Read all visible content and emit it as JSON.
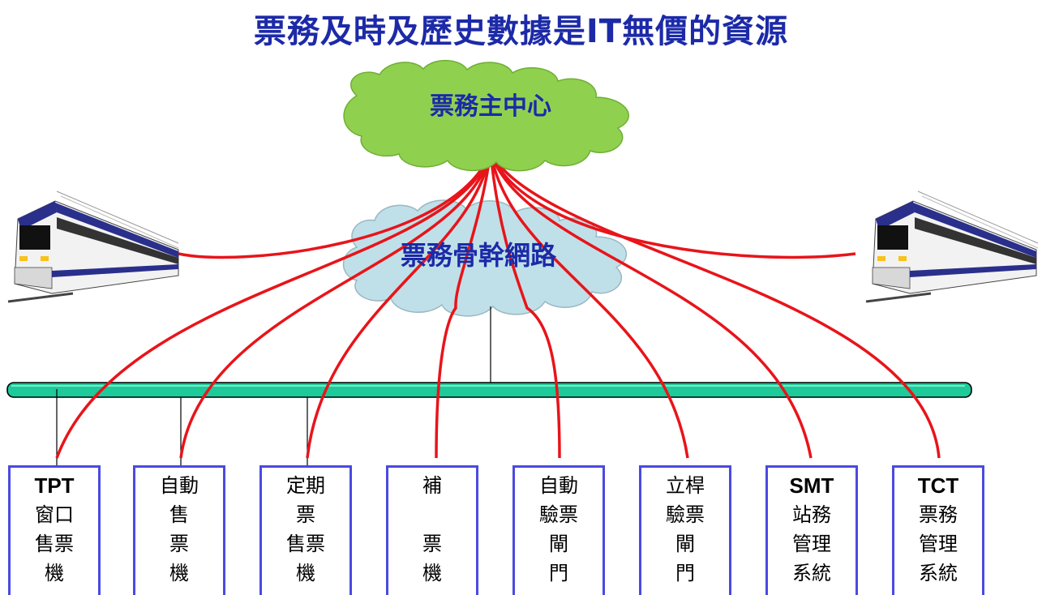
{
  "title": "票務及時及歷史數據是IT無價的資源",
  "center_cloud": {
    "label": "票務主中心",
    "color": "#8fd14f"
  },
  "backbone_cloud": {
    "label": "票務骨幹網路",
    "color": "#bfe0e8"
  },
  "colors": {
    "title": "#1c2aa8",
    "link": "#e8141a",
    "bus": "#1ec99a",
    "box_border": "#4a4ae0"
  },
  "trains": [
    {
      "name": "train-left",
      "icon": "train-icon"
    },
    {
      "name": "train-right",
      "icon": "train-icon"
    }
  ],
  "devices": [
    {
      "code": "TPT",
      "lines": [
        "窗口",
        "售票",
        "機"
      ]
    },
    {
      "code": "",
      "lines": [
        "自動",
        "售",
        "票",
        "機"
      ]
    },
    {
      "code": "",
      "lines": [
        "定期",
        "票",
        "售票",
        "機"
      ]
    },
    {
      "code": "",
      "lines": [
        "補",
        "",
        "票",
        "機"
      ]
    },
    {
      "code": "",
      "lines": [
        "自動",
        "驗票",
        "閘",
        "門"
      ]
    },
    {
      "code": "",
      "lines": [
        "立桿",
        "驗票",
        "閘",
        "門"
      ]
    },
    {
      "code": "SMT",
      "lines": [
        "站務",
        "管理",
        "系統"
      ]
    },
    {
      "code": "TCT",
      "lines": [
        "票務",
        "管理",
        "系統"
      ]
    }
  ]
}
